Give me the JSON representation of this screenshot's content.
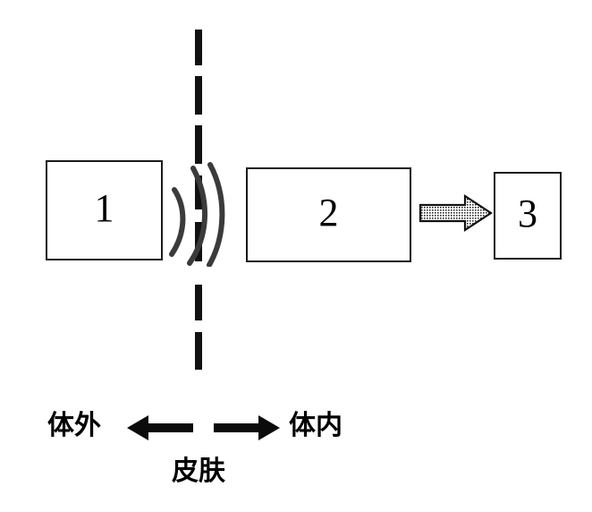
{
  "figure": {
    "background_color": "#ffffff",
    "line_color": "#111111",
    "arrow_fill_color": "#8a8a8a"
  },
  "boxes": [
    {
      "id": "box-1",
      "label": "1"
    },
    {
      "id": "box-2",
      "label": "2"
    },
    {
      "id": "box-3",
      "label": "3"
    }
  ],
  "connectors": {
    "wireless_link": {
      "icon": "signal-wave-icon",
      "from": "1",
      "to": "2",
      "arc_count": 3
    },
    "block_arrow": {
      "icon": "block-arrow-right-icon",
      "from": "2",
      "to": "3"
    }
  },
  "boundary": {
    "name": "skin-boundary-dashed-line",
    "dash_count": 7
  },
  "legend": {
    "outside_label": "体外",
    "inside_label": "体内",
    "caption": "皮肤",
    "left_arrow_icon": "arrow-left-icon",
    "right_arrow_icon": "arrow-right-icon"
  }
}
